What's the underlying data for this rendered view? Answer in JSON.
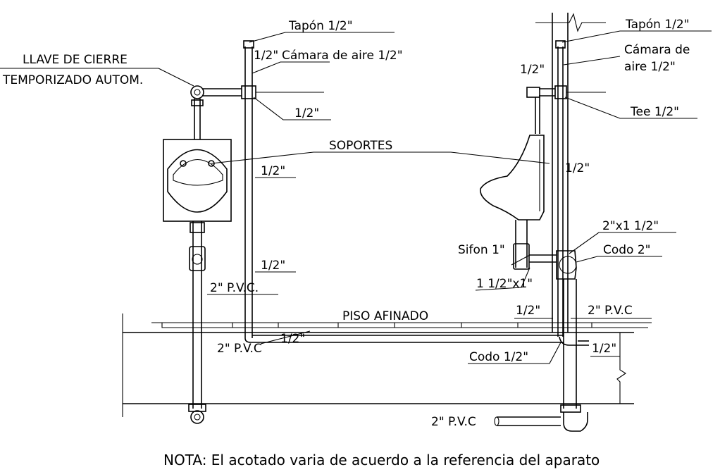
{
  "labels": {
    "tapon_left": "Tapón 1/2\"",
    "camara_left_size": "1/2\"",
    "camara_left": "Cámara de aire 1/2\"",
    "llave_line1": "LLAVE DE CIERRE",
    "llave_line2": "TEMPORIZADO AUTOM.",
    "tee_left_size": "1/2\"",
    "soportes": "SOPORTES",
    "pipe_left_size_1": "1/2\"",
    "pipe_left_size_2": "1/2\"",
    "pvc_left": "2\" P.V.C.",
    "piso_afinado": "PISO AFINADO",
    "pvc_under_floor": "2\" P.V.C",
    "under_floor_size": "1/2\"",
    "tapon_right": "Tapón 1/2\"",
    "camara_right_line1": "Cámara de",
    "camara_right_line2": "aire 1/2\"",
    "right_vertical_size": "1/2\"",
    "tee_right": "Tee 1/2\"",
    "urinal_right_size": "1/2\"",
    "reducer_right": "2\"x1 1/2\"",
    "codo_2": "Codo 2\"",
    "sifon": "Sifon 1\"",
    "reducer_sifon": "1 1/2\"x1\"",
    "right_floor_size": "1/2\"",
    "pvc_right_floor": "2\" P.V.C",
    "codo_half": "Codo 1/2\"",
    "right_below_size": "1/2\"",
    "pvc_bottom": "2\" P.V.C",
    "nota": "NOTA: El acotado varia de acuerdo a la referencia del aparato"
  }
}
